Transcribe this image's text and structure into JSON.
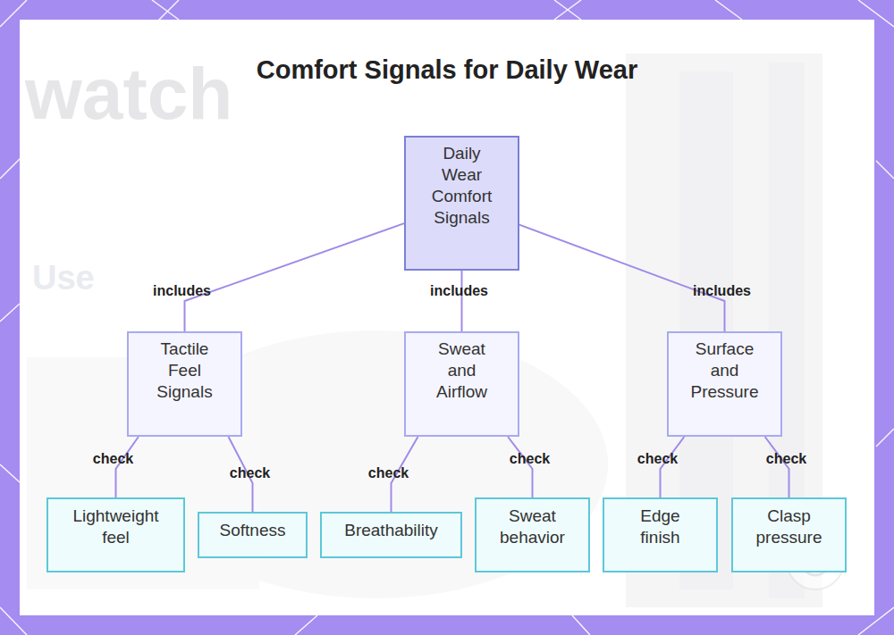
{
  "diagram": {
    "title": "Comfort Signals for Daily Wear",
    "nodes": [
      {
        "text": [
          "Daily Wear Comfort Signals"
        ]
      },
      {
        "text": [
          "Tactile Feel Signals"
        ]
      },
      {
        "text": [
          "Sweat and Airflow"
        ]
      },
      {
        "text": [
          "Surface and Pressure"
        ]
      },
      {
        "text": [
          "Lightweight feel"
        ]
      },
      {
        "text": [
          "Softness"
        ]
      },
      {
        "text": [
          "Breathability"
        ]
      },
      {
        "text": [
          "Sweat behavior"
        ]
      },
      {
        "text": [
          "Edge finish"
        ]
      },
      {
        "text": [
          "Clasp pressure"
        ]
      }
    ],
    "edges": [
      {
        "from": 0,
        "to": 1,
        "label": "includes",
        "arrow": "none"
      },
      {
        "from": 0,
        "to": 2,
        "label": "includes",
        "arrow": "none"
      },
      {
        "from": 0,
        "to": 3,
        "label": "includes",
        "arrow": "none"
      },
      {
        "from": 1,
        "to": 4,
        "label": "check",
        "arrow": "none"
      },
      {
        "from": 1,
        "to": 5,
        "label": "check",
        "arrow": "none"
      },
      {
        "from": 2,
        "to": 6,
        "label": "check",
        "arrow": "none"
      },
      {
        "from": 2,
        "to": 7,
        "label": "check",
        "arrow": "none"
      },
      {
        "from": 3,
        "to": 8,
        "label": "check",
        "arrow": "none"
      },
      {
        "from": 3,
        "to": 9,
        "label": "check",
        "arrow": "none"
      }
    ],
    "labels": [
      "watch",
      "Use"
    ]
  }
}
